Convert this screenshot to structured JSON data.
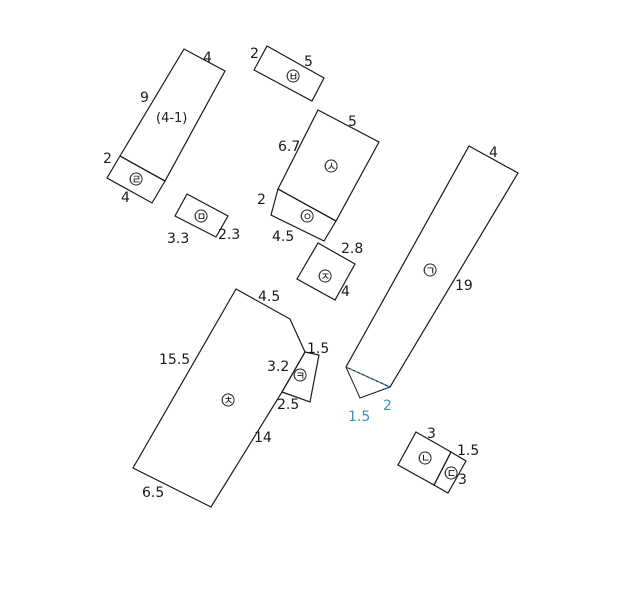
{
  "diagram": {
    "parcels": [
      {
        "id": "p41",
        "name": "(4-1)"
      },
      {
        "id": "ra",
        "name": "㉣"
      },
      {
        "id": "mi",
        "name": "㉤"
      },
      {
        "id": "bi",
        "name": "㉥"
      },
      {
        "id": "si",
        "name": "㉦"
      },
      {
        "id": "ng",
        "name": "㉧"
      },
      {
        "id": "ji",
        "name": "㉨"
      },
      {
        "id": "ch",
        "name": "㉩"
      },
      {
        "id": "ki",
        "name": "㉪"
      },
      {
        "id": "gi",
        "name": "㉠"
      },
      {
        "id": "ni",
        "name": "㉡"
      },
      {
        "id": "di",
        "name": "㉢"
      }
    ],
    "dimensions": {
      "p41_top": "4",
      "p41_left": "9",
      "ra_left": "2",
      "ra_bottom": "4",
      "mi_left": "3.3",
      "mi_right": "2.3",
      "bi_left": "2",
      "bi_top": "5",
      "si_top": "5",
      "si_left": "6.7",
      "ng_left": "2",
      "ng_bottom": "4.5",
      "ji_top": "2.8",
      "ji_right": "4",
      "gi_top": "4",
      "gi_right": "19",
      "ch_top": "4.5",
      "ch_left": "15.5",
      "ch_right": "14",
      "ch_bottom": "6.5",
      "ki_top": "1.5",
      "ki_left": "3.2",
      "ki_bottom": "2.5",
      "ni_top": "3",
      "di_top": "1.5",
      "di_right": "3"
    },
    "blue_dimensions": {
      "left": "1.5",
      "right": "2"
    }
  }
}
